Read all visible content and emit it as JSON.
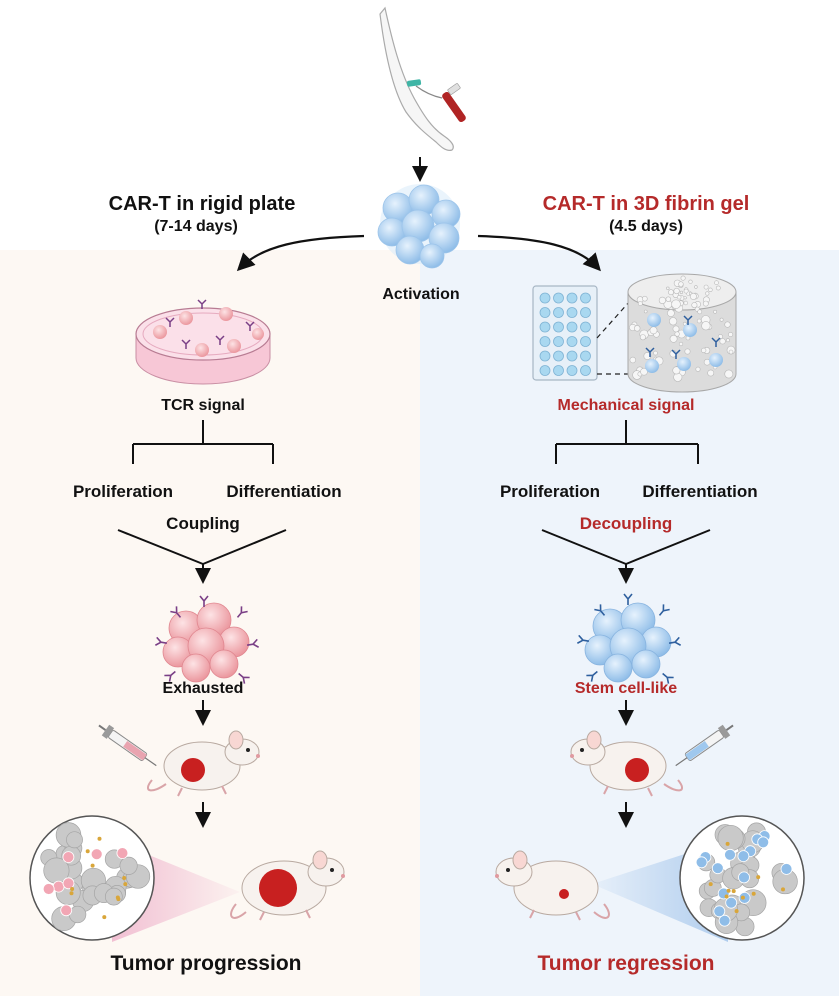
{
  "left": {
    "title": "CAR-T   in rigid plate",
    "duration": "(7-14 days)",
    "signal": "TCR signal",
    "proliferation": "Proliferation",
    "differentiation": "Differentiation",
    "relation": "Coupling",
    "state": "Exhausted",
    "outcome": "Tumor progression"
  },
  "right": {
    "title": "CAR-T  in 3D fibrin gel",
    "duration": "(4.5 days)",
    "signal": "Mechanical signal",
    "proliferation": "Proliferation",
    "differentiation": "Differentiation",
    "relation": "Decoupling",
    "state": "Stem cell-like",
    "outcome": "Tumor regression"
  },
  "center": {
    "activation": "Activation"
  },
  "colors": {
    "left_panel": "#fdf8f3",
    "right_panel": "#eef4fb",
    "emphasis_red": "#b52a2a",
    "exhausted_cell": "#f1a9ae",
    "stem_cell": "#9fc8ee",
    "tumor": "#c82020"
  },
  "icons": [
    "arm-blood-draw-icon",
    "t-cell-cluster-icon",
    "petri-dish-icon",
    "well-plate-icon",
    "fibrin-gel-cylinder-icon",
    "syringe-icon",
    "mouse-icon",
    "tumor-microenvironment-icon"
  ]
}
